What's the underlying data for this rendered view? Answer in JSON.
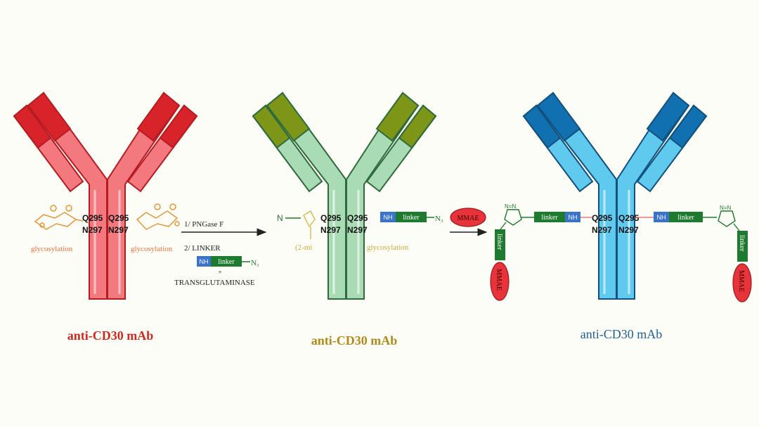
{
  "sites": {
    "q_left": "Q295",
    "q_right": "Q295",
    "n_left": "N297",
    "n_right": "N297"
  },
  "panel_left": {
    "title": "anti-CD30 mAb",
    "glyco_left": "glycosylation",
    "glyco_right": "glycosylation",
    "color_title": "#d0281e"
  },
  "step1": {
    "line1": "1/ PNGase F",
    "line2": "2/ LINKER",
    "line3": "+",
    "line4": "TRANSGLUTAMINASE"
  },
  "linker": {
    "nh": "NH",
    "label": "linker",
    "n3": "N₃",
    "n": "N"
  },
  "panel_mid": {
    "title": "anti-CD30 mAb",
    "left_note": "(2-mi",
    "glyco_right": "glycosylation",
    "color_title": "#b08a1c"
  },
  "reagent": {
    "label": "MMAE"
  },
  "panel_right": {
    "title": "anti-CD30 mAb",
    "triazole_atoms": "N=N",
    "color_title": "#1f5f96"
  },
  "colors": {
    "red_light": "#f3797e",
    "red_dark": "#d9232a",
    "green_light": "#a9dcb4",
    "green_dark": "#7e9617",
    "blue_light": "#5fc9ee",
    "blue_dark": "#1070b0",
    "linker_green": "#1e7a2e",
    "nh_blue": "#3a73c9"
  }
}
